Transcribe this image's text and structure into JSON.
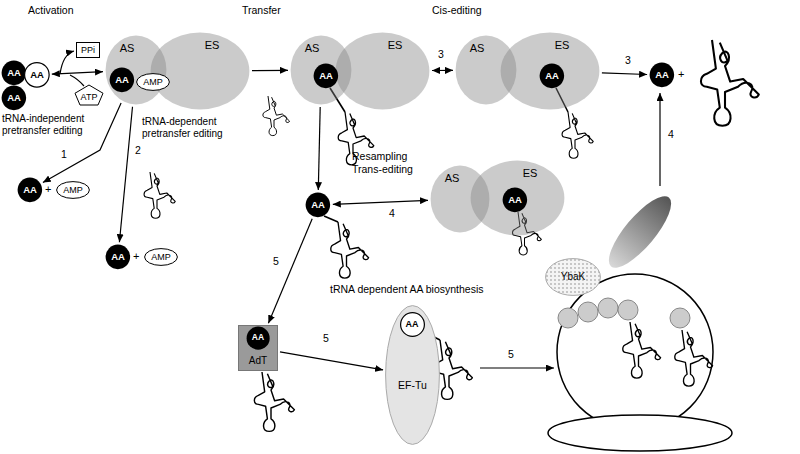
{
  "diagram": {
    "nodes": [
      {
        "text": [
          "AA"
        ]
      },
      {
        "text": [
          "AA"
        ]
      },
      {
        "text": [
          "AA"
        ]
      },
      {
        "text": [
          "PPi"
        ]
      },
      {
        "text": [
          "ATP"
        ]
      },
      {
        "text": [
          "AS"
        ]
      },
      {
        "text": [
          "AA"
        ],
        "in": 5
      },
      {
        "text": [
          "AMP"
        ],
        "in": 5
      },
      {
        "text": [
          "ES"
        ]
      },
      {
        "text": [
          "AS"
        ]
      },
      {
        "text": [
          "AA"
        ],
        "in": 9
      },
      {
        "text": [
          "ES"
        ]
      },
      {
        "text": [
          "AS"
        ]
      },
      {
        "text": [
          "ES"
        ]
      },
      {
        "text": [
          "AA"
        ],
        "in": 13
      },
      {
        "text": [
          "AA"
        ]
      },
      {
        "text": [
          "AA"
        ]
      },
      {
        "text": [
          "AMP"
        ]
      },
      {
        "text": [
          "AA"
        ]
      },
      {
        "text": [
          "AMP"
        ]
      },
      {
        "text": [
          "AA"
        ]
      },
      {
        "text": [
          "AS"
        ]
      },
      {
        "text": [
          "ES"
        ]
      },
      {
        "text": [
          "AA"
        ],
        "in": 22
      },
      {
        "text": [
          "YbaK"
        ]
      },
      {
        "text": [
          "AdT"
        ]
      },
      {
        "text": [
          "AA"
        ],
        "in": 25
      },
      {
        "text": [
          "EF-Tu"
        ]
      },
      {
        "text": [
          "AA"
        ],
        "in": 27
      }
    ],
    "edges": [
      {
        "from": 1,
        "to": 5,
        "arrow": "both"
      },
      {
        "from": 5,
        "to": 16,
        "label": "1",
        "arrow": "to"
      },
      {
        "from": 5,
        "to": 18,
        "label": "2",
        "arrow": "to"
      },
      {
        "from": 8,
        "to": 9,
        "arrow": "to"
      },
      {
        "from": 11,
        "to": 12,
        "label": "3",
        "arrow": "both"
      },
      {
        "from": 13,
        "to": 15,
        "label": "3",
        "arrow": "to"
      },
      {
        "from": 9,
        "to": 20,
        "arrow": "to"
      },
      {
        "from": 20,
        "to": 21,
        "label": "4",
        "arrow": "both"
      },
      {
        "from": 20,
        "to": 25,
        "label": "5",
        "arrow": "to"
      },
      {
        "from": 25,
        "to": 27,
        "label": "5",
        "arrow": "to"
      }
    ],
    "labels": [
      "Activation",
      "Transfer",
      "Cis-editing",
      "tRNA-independent pretransfer editing",
      "tRNA-dependent pretransfer editing",
      "+",
      "+",
      "Resampling Trans-editing",
      "+",
      "4",
      "tRNA dependent AA biosynthesis",
      "5"
    ]
  }
}
